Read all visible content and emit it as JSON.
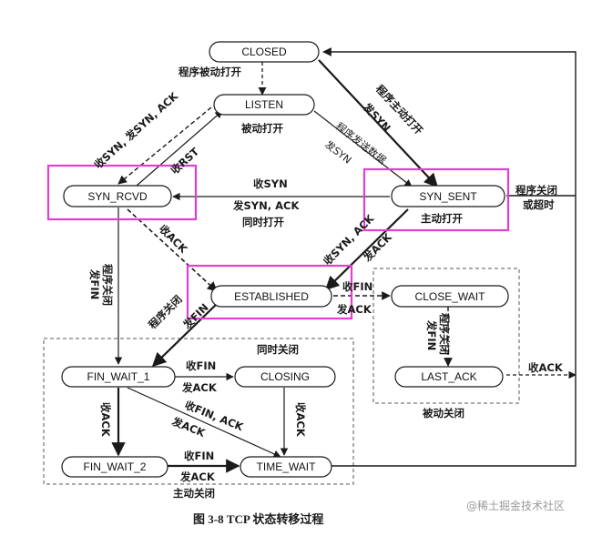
{
  "states": {
    "closed": "CLOSED",
    "listen": "LISTEN",
    "syn_rcvd": "SYN_RCVD",
    "syn_sent": "SYN_SENT",
    "established": "ESTABLISHED",
    "close_wait": "CLOSE_WAIT",
    "last_ack": "LAST_ACK",
    "fin_wait_1": "FIN_WAIT_1",
    "closing": "CLOSING",
    "fin_wait_2": "FIN_WAIT_2",
    "time_wait": "TIME_WAIT"
  },
  "labels": {
    "passive_open_top": "程序被动打开",
    "passive_open": "被动打开",
    "app_active_open": "程序主动打开",
    "send_syn": "发SYN",
    "app_send_data": "程序发送数据",
    "send_syn_2": "发SYN",
    "rcv_syn_send_syn_ack": "收SYN, 发SYN, ACK",
    "rcv_rst": "收RST",
    "simul_rcv_syn": "收SYN",
    "simul_send_syn_ack": "发SYN, ACK",
    "simul_open": "同时打开",
    "active_open": "主动打开",
    "app_close_or_timeout_1": "程序关闭",
    "app_close_or_timeout_2": "或超时",
    "rcv_ack": "收ACK",
    "rcv_syn_ack_send_ack": "收SYN, ACK",
    "send_ack": "发ACK",
    "rcv_fin": "收FIN",
    "send_ack_2": "发ACK",
    "app_close_send_fin_1": "程序关闭",
    "app_close_send_fin_2": "发FIN",
    "app_close_send_fin_est_1": "程序关闭",
    "app_close_send_fin_est_2": "发FIN",
    "app_close_lastack_1": "程序关闭",
    "app_close_lastack_2": "发FIN",
    "rcv_ack_lastack": "收ACK",
    "passive_close": "被动关闭",
    "simul_close": "同时关闭",
    "rcv_fin_fw1": "收FIN",
    "send_ack_fw1": "发ACK",
    "rcv_fin_ack": "收FIN, ACK",
    "send_ack_diag": "发ACK",
    "rcv_ack_fw1": "收ACK",
    "rcv_ack_closing": "收ACK",
    "rcv_fin_fw2": "收FIN",
    "send_ack_fw2": "发ACK",
    "active_close": "主动关闭"
  },
  "caption": "图 3-8    TCP 状态转移过程",
  "watermark": "@稀土掘金技术社区",
  "colors": {
    "highlight": "#e040d0",
    "line": "#1a1a1a",
    "dashed": "#444444"
  }
}
